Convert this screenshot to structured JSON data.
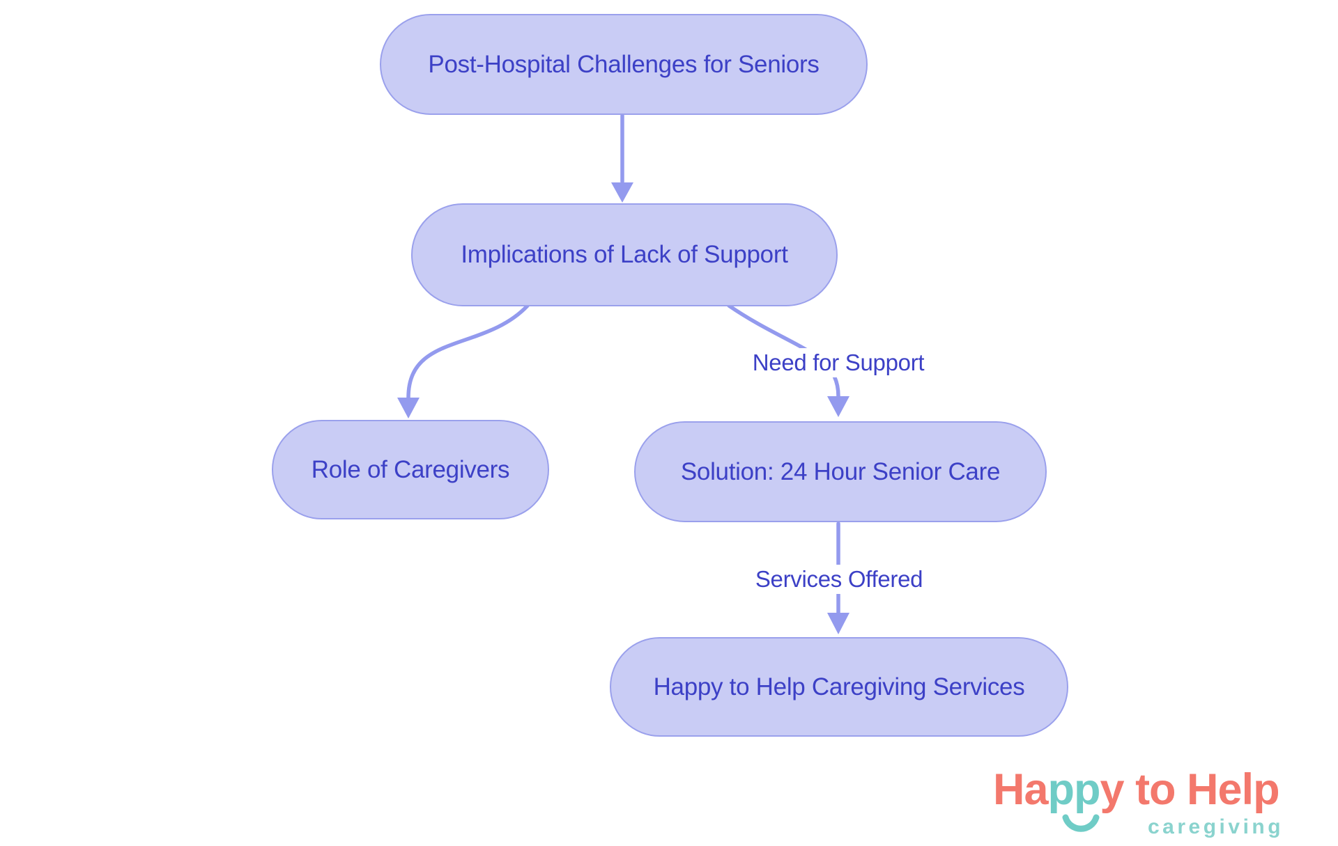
{
  "diagram": {
    "nodes": [
      {
        "id": "challenges",
        "label": "Post-Hospital Challenges for Seniors"
      },
      {
        "id": "implications",
        "label": "Implications of Lack of Support"
      },
      {
        "id": "caregivers",
        "label": "Role of Caregivers"
      },
      {
        "id": "solution",
        "label": "Solution: 24 Hour Senior Care"
      },
      {
        "id": "services",
        "label": "Happy to Help Caregiving Services"
      }
    ],
    "edges": [
      {
        "from": "challenges",
        "to": "implications",
        "label": ""
      },
      {
        "from": "implications",
        "to": "caregivers",
        "label": ""
      },
      {
        "from": "implications",
        "to": "solution",
        "label": "Need for Support"
      },
      {
        "from": "solution",
        "to": "services",
        "label": "Services Offered"
      }
    ],
    "colors": {
      "node_fill": "#c9ccf5",
      "node_border": "#9aa0ec",
      "node_text": "#3c40c6",
      "edge": "#939aee",
      "edge_label_text": "#3c40c6"
    }
  },
  "logo": {
    "part_ha": "Ha",
    "part_pp": "pp",
    "part_y": "y",
    "part_to_help": " to Help",
    "tagline": "caregiving",
    "colors": {
      "coral": "#f3786c",
      "teal": "#6fccc6",
      "teal_light": "#8ad3ce"
    }
  }
}
